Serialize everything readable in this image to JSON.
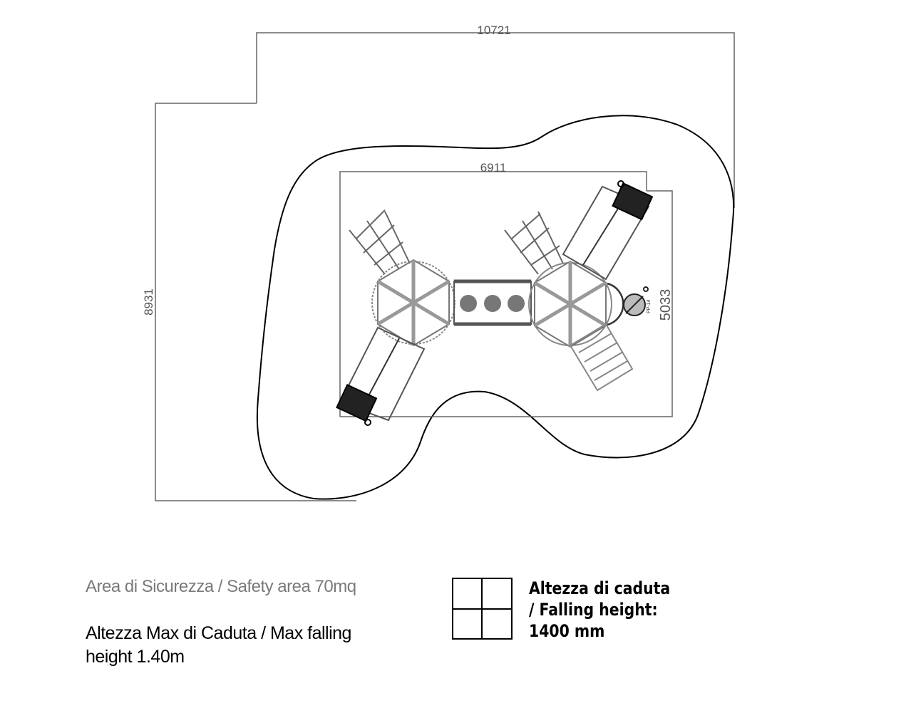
{
  "dimensions": {
    "overall_width": "10721",
    "overall_depth": "8931",
    "equipment_width": "6911",
    "equipment_depth": "5033"
  },
  "equipment_tag": "PP-14",
  "legend": {
    "safety_area": "Area di Sicurezza / Safety area 70mq",
    "max_falling_height": "Altezza Max di Caduta / Max falling height 1.40m",
    "falling_height_line1": "Altezza di caduta",
    "falling_height_line2": "/ Falling height:",
    "falling_height_line3": "1400 mm"
  }
}
